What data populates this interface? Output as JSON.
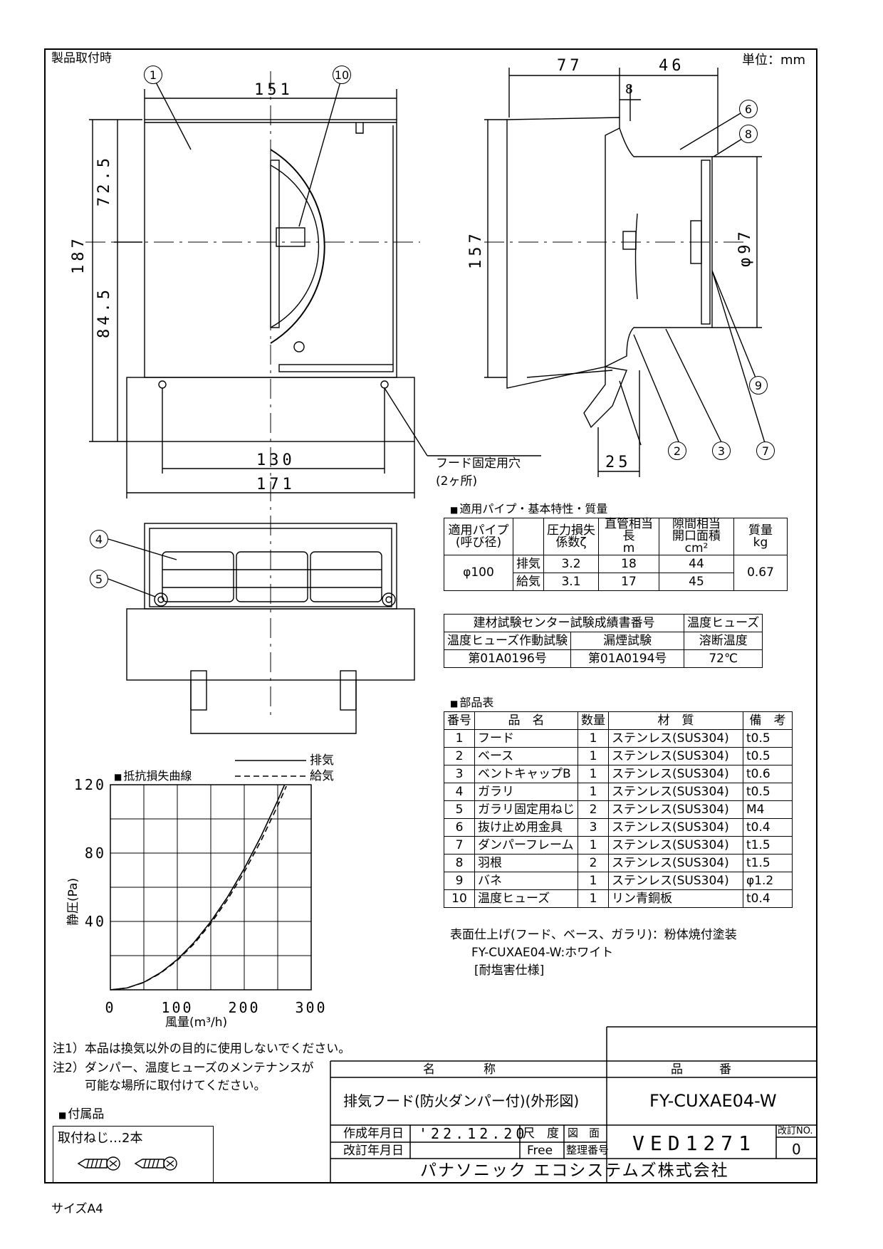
{
  "header": {
    "mount_label": "製品取付時",
    "unit": "単位：mm",
    "size": "サイズA4"
  },
  "front_view": {
    "dims": {
      "w151": "151",
      "w130": "130",
      "w171": "171",
      "h187": "187",
      "h72": "72.5",
      "h84": "84.5"
    },
    "hole_note": [
      "フード固定用穴",
      "(2ヶ所)"
    ]
  },
  "side_view": {
    "dims": {
      "d77": "77",
      "d46": "46",
      "d8": "8",
      "h157": "157",
      "phi97": "φ97",
      "d25": "25"
    }
  },
  "callouts": [
    "1",
    "2",
    "3",
    "4",
    "5",
    "6",
    "7",
    "8",
    "9",
    "10"
  ],
  "spec_table": {
    "title": "適用パイプ・基本特性・質量",
    "headers": [
      "適用パイプ\n(呼び径)",
      "",
      "圧力損失\n係数ζ",
      "直管相当長\nm",
      "隙間相当\n開口面積cm²",
      "質量\nkg"
    ],
    "pipe": "φ100",
    "rows": [
      {
        "type": "排気",
        "zeta": "3.2",
        "length": "18",
        "area": "44"
      },
      {
        "type": "給気",
        "zeta": "3.1",
        "length": "17",
        "area": "45"
      }
    ],
    "mass": "0.67"
  },
  "cert_table": {
    "header": "建材試験センター試験成績書番号",
    "fuse_header": [
      "温度ヒューズ",
      "溶断温度"
    ],
    "col1": "温度ヒューズ作動試験",
    "col2": "漏煙試験",
    "val1": "第01A0196号",
    "val2": "第01A0194号",
    "temp": "72℃"
  },
  "parts_table": {
    "title": "部品表",
    "headers": [
      "番号",
      "品　名",
      "数量",
      "材　質",
      "備　考"
    ],
    "rows": [
      [
        "1",
        "フード",
        "1",
        "ステンレス(SUS304)",
        "t0.5"
      ],
      [
        "2",
        "ベース",
        "1",
        "ステンレス(SUS304)",
        "t0.5"
      ],
      [
        "3",
        "ベントキャップB",
        "1",
        "ステンレス(SUS304)",
        "t0.6"
      ],
      [
        "4",
        "ガラリ",
        "1",
        "ステンレス(SUS304)",
        "t0.5"
      ],
      [
        "5",
        "ガラリ固定用ねじ",
        "2",
        "ステンレス(SUS304)",
        "M4"
      ],
      [
        "6",
        "抜け止め用金具",
        "3",
        "ステンレス(SUS304)",
        "t0.4"
      ],
      [
        "7",
        "ダンパーフレーム",
        "1",
        "ステンレス(SUS304)",
        "t1.5"
      ],
      [
        "8",
        "羽根",
        "2",
        "ステンレス(SUS304)",
        "t1.5"
      ],
      [
        "9",
        "バネ",
        "1",
        "ステンレス(SUS304)",
        "φ1.2"
      ],
      [
        "10",
        "温度ヒューズ",
        "1",
        "リン青銅板",
        "t0.4"
      ]
    ],
    "finish": "表面仕上げ(フード、ベース、ガラリ)：粉体焼付塗装",
    "finish_model": "FY-CUXAE04-W:ホワイト",
    "finish_spec": "[耐塩害仕様]"
  },
  "chart_data": {
    "type": "line",
    "title": "抵抗損失曲線",
    "xlabel": "風量(m³/h)",
    "ylabel": "静圧(Pa)",
    "xlim": [
      0,
      300
    ],
    "ylim": [
      0,
      120
    ],
    "xticks": [
      "0",
      "100",
      "200",
      "300"
    ],
    "yticks": [
      "40",
      "80",
      "120"
    ],
    "series": [
      {
        "name": "排気",
        "style": "solid",
        "x": [
          0,
          25,
          50,
          75,
          100,
          125,
          150,
          175,
          200,
          225,
          250,
          260
        ],
        "y": [
          0,
          1.1,
          4.4,
          10.0,
          17.7,
          27.7,
          39.9,
          54.3,
          70.9,
          89.8,
          110.8,
          119.8
        ]
      },
      {
        "name": "給気",
        "style": "dashed",
        "x": [
          0,
          25,
          50,
          75,
          100,
          125,
          150,
          175,
          200,
          225,
          250,
          263
        ],
        "y": [
          0,
          1.1,
          4.3,
          9.7,
          17.2,
          26.9,
          38.8,
          52.8,
          68.9,
          87.2,
          107.7,
          119.2
        ]
      }
    ],
    "grid": true,
    "legend": "top-right"
  },
  "notes": [
    "注1）本品は換気以外の目的に使用しないでください。",
    "注2）ダンパー、温度ヒューズのメンテナンスが",
    "可能な場所に取付けてください。"
  ],
  "accessories": {
    "title": "付属品",
    "item": "取付ねじ…2本"
  },
  "title_block": {
    "name_label": "名　　　　称",
    "product_label": "品　　　番",
    "name": "排気フード(防火ダンパー付)(外形図)",
    "model": "FY-CUXAE04-W",
    "created_label": "作成年月日",
    "created": "'22.12.20",
    "revised_label": "改訂年月日",
    "scale_label": "尺　度",
    "scale": "Free",
    "drawing_label1": "図　面",
    "drawing_label2": "整理番号",
    "drawing_no": "VED1271",
    "rev_label": "改訂NO.",
    "rev": "0",
    "company": "パナソニック エコシステムズ株式会社"
  }
}
